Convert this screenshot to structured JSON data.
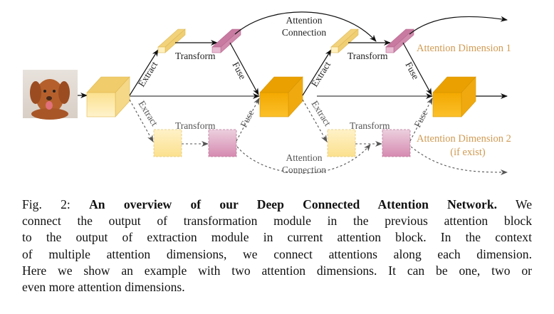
{
  "figure": {
    "labels": {
      "extract": "Extract",
      "transform": "Transform",
      "fuse": "Fuse",
      "attention_connection_line1": "Attention",
      "attention_connection_line2": "Connection",
      "attention_dimension_1": "Attention Dimension 1",
      "attention_dimension_2": "Attention Dimension 2",
      "if_exist": "(if exist)"
    },
    "colors": {
      "dimension_label": "#d09a52",
      "cube_light": "#fbe3a0",
      "cube_orange": "#f5b014",
      "attention_yellow": "#fbe8a6",
      "attention_pink": "#d98fb4"
    }
  },
  "caption": {
    "prefix": "Fig. 2:",
    "title": "An overview of our Deep Connected Attention Network.",
    "line1_tail": "We",
    "line2": "connect the output of transformation module in the previous attention block",
    "line3": "to the output of extraction module in current attention block. In the context",
    "line4": "of multiple attention dimensions, we connect attentions along each dimension.",
    "line5": "Here we show an example with two attention dimensions. It can be one, two or",
    "line6": "even more attention dimensions."
  }
}
